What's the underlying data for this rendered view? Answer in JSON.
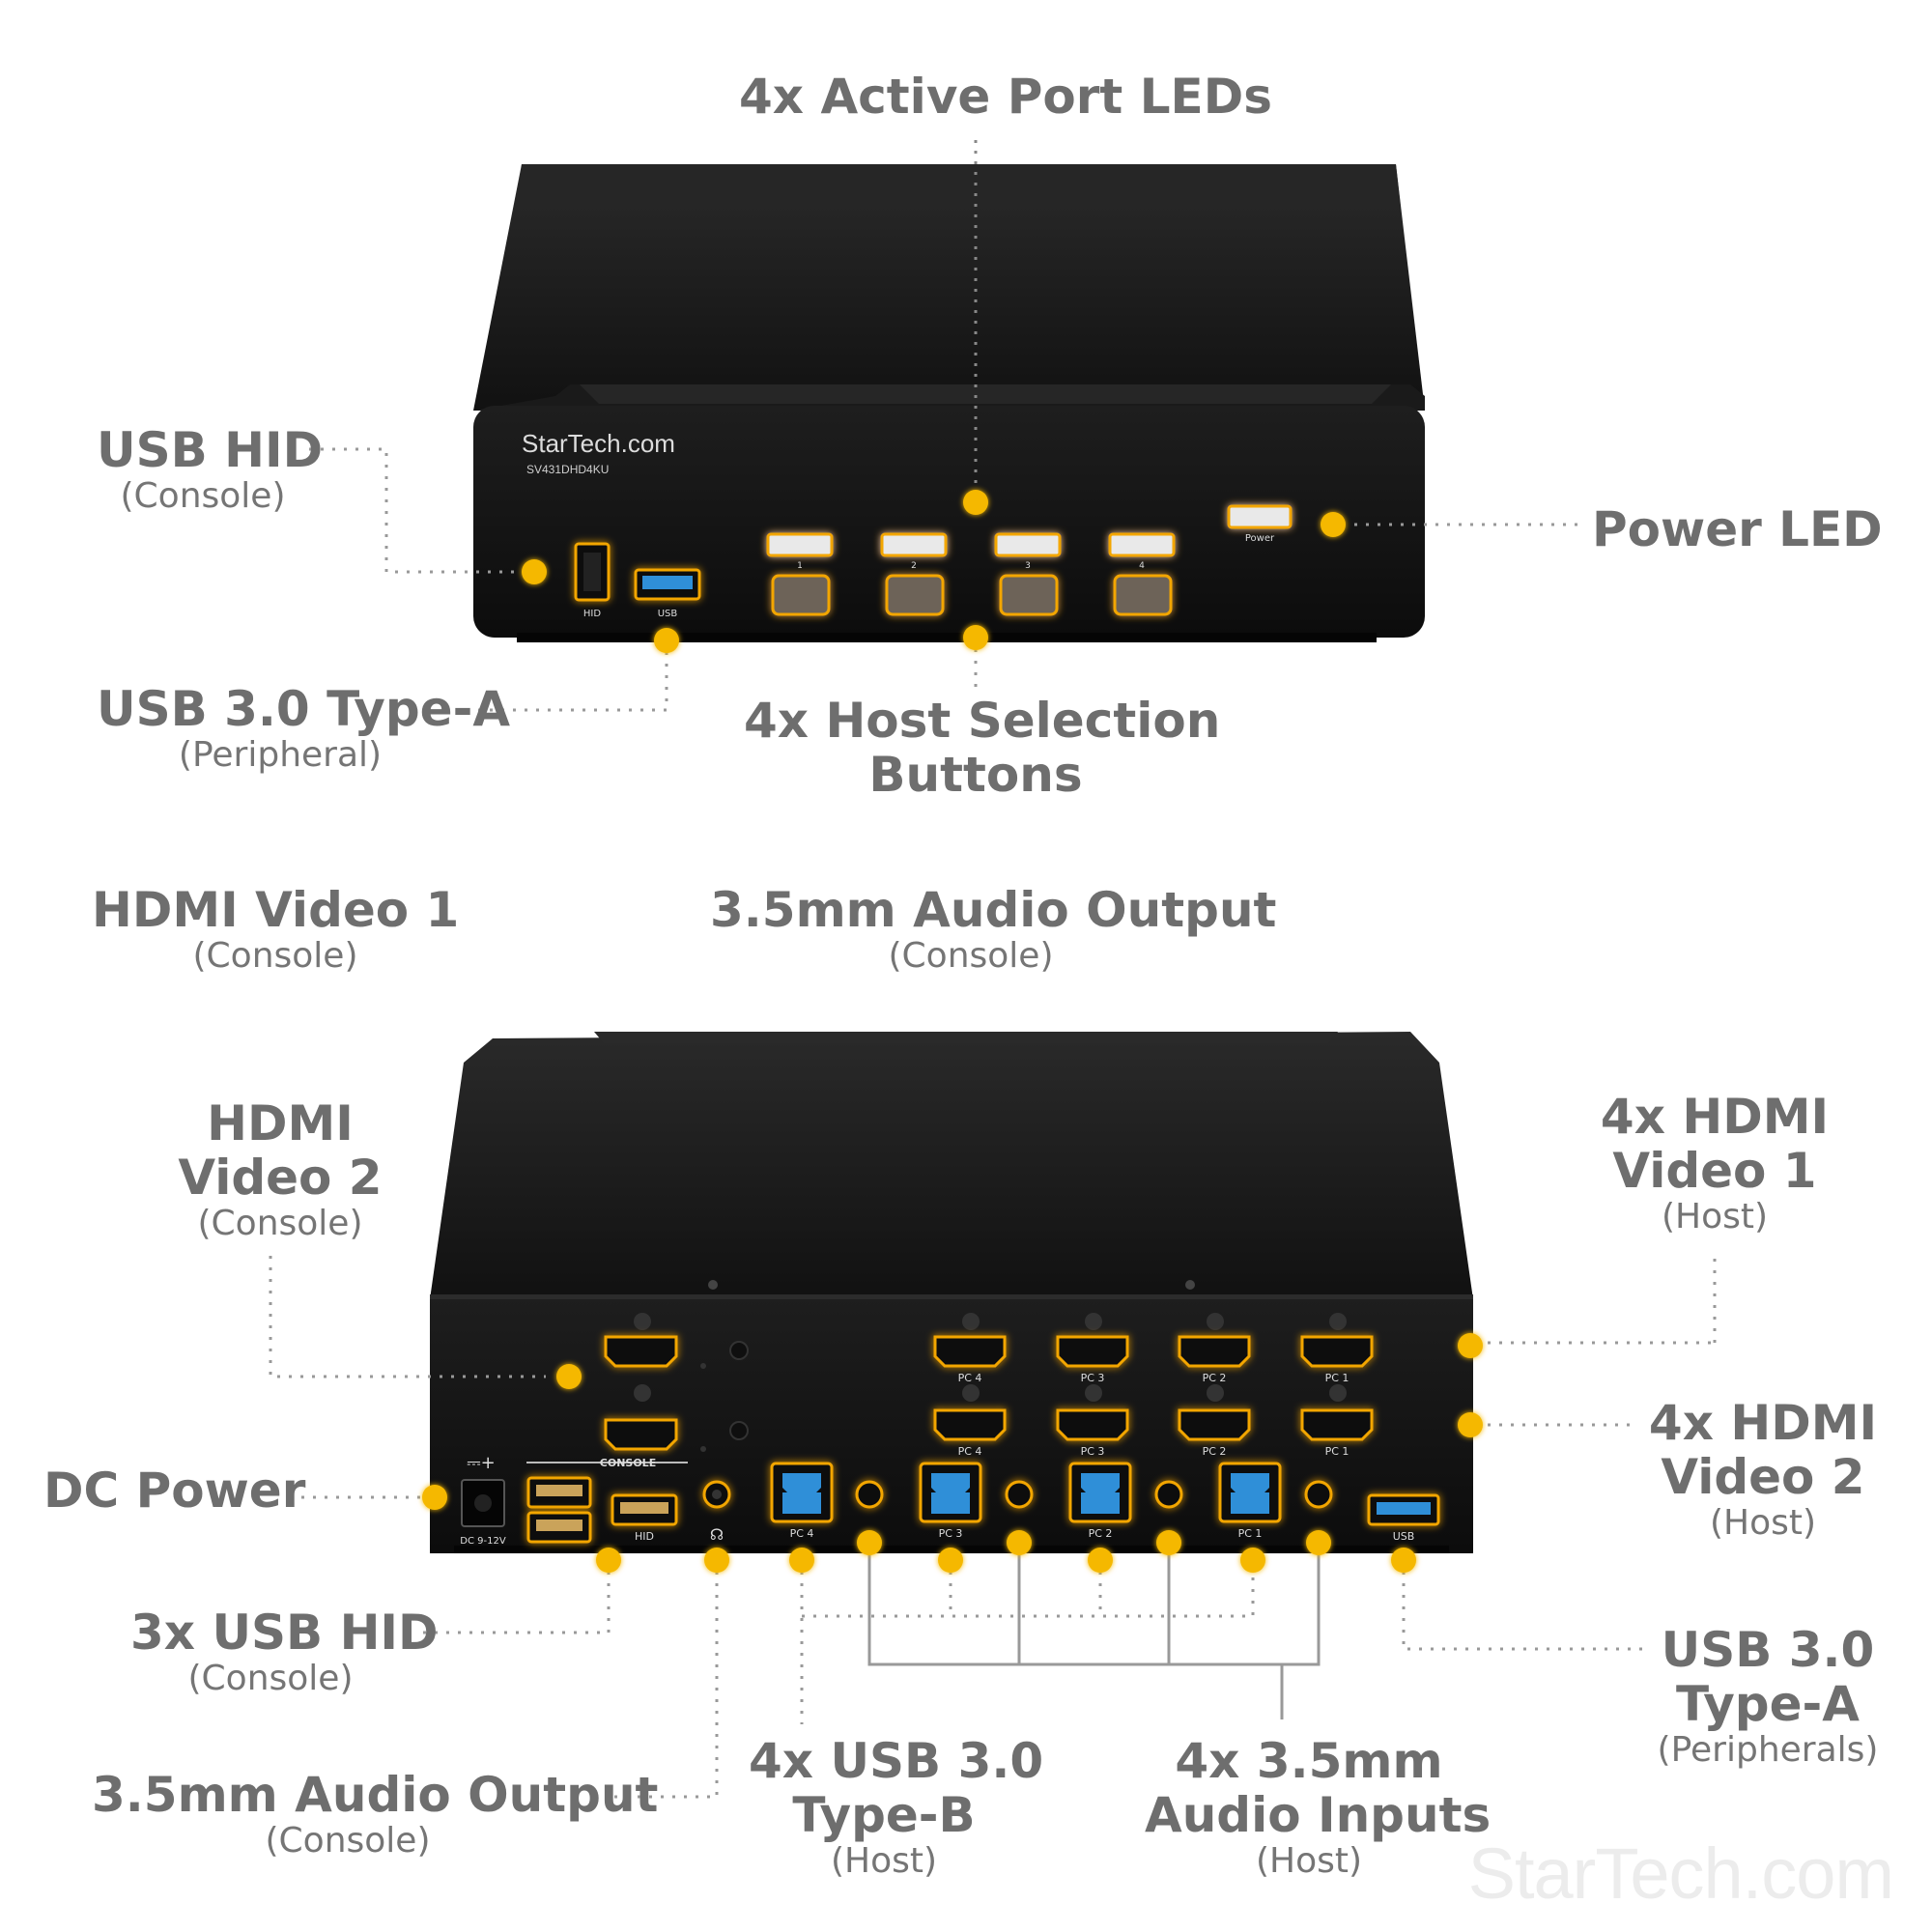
{
  "labels": {
    "active_leds": {
      "title": "4x Active Port LEDs"
    },
    "usb_hid_front": {
      "title": "USB HID",
      "sub": "(Console)"
    },
    "power_led": {
      "title": "Power LED"
    },
    "usb30_front": {
      "title": "USB 3.0 Type-A",
      "sub": "(Peripheral)"
    },
    "host_buttons": {
      "title1": "4x Host Selection",
      "title2": "Buttons"
    },
    "hdmi1_console": {
      "title": "HDMI Video 1",
      "sub": "(Console)"
    },
    "audio_out_top": {
      "title": "3.5mm Audio Output",
      "sub": "(Console)"
    },
    "hdmi2_console": {
      "title1": "HDMI",
      "title2": "Video 2",
      "sub": "(Console)"
    },
    "hdmi1_host": {
      "title1": "4x HDMI",
      "title2": "Video 1",
      "sub": "(Host)"
    },
    "dc_power": {
      "title": "DC Power"
    },
    "hdmi2_host": {
      "title1": "4x HDMI",
      "title2": "Video 2",
      "sub": "(Host)"
    },
    "usb_hid_rear": {
      "title": "3x USB HID",
      "sub": "(Console)"
    },
    "usb30_rear": {
      "title1": "USB 3.0",
      "title2": "Type-A",
      "sub": "(Peripherals)"
    },
    "audio_out_rear": {
      "title": "3.5mm Audio Output",
      "sub": "(Console)"
    },
    "usb_typeb": {
      "title1": "4x USB 3.0",
      "title2": "Type-B",
      "sub": "(Host)"
    },
    "audio_in": {
      "title1": "4x 3.5mm",
      "title2": "Audio Inputs",
      "sub": "(Host)"
    }
  },
  "device_front": {
    "brand": "StarTech.com",
    "model": "SV431DHD4KU",
    "port_hid": "HID",
    "port_usb": "USB",
    "led_numbers": [
      "1",
      "2",
      "3",
      "4"
    ],
    "power_led_label": "Power"
  },
  "device_rear": {
    "console_label": "CONSOLE",
    "dc_label": "DC 9-12V",
    "hid_label": "HID",
    "usb_label": "USB",
    "pc_labels_video": [
      "PC 4",
      "PC 3",
      "PC 2",
      "PC 1"
    ],
    "pc_labels_usb": [
      "PC 4",
      "PC 3",
      "PC 2",
      "PC 1"
    ]
  },
  "watermark": "StarTech.com",
  "colors": {
    "callout_dot": "#f5b800",
    "port_glow": "#f3a600",
    "label_text": "#6e6e6e",
    "device_body": "#141414",
    "usb3_blue": "#2f8fd8"
  }
}
